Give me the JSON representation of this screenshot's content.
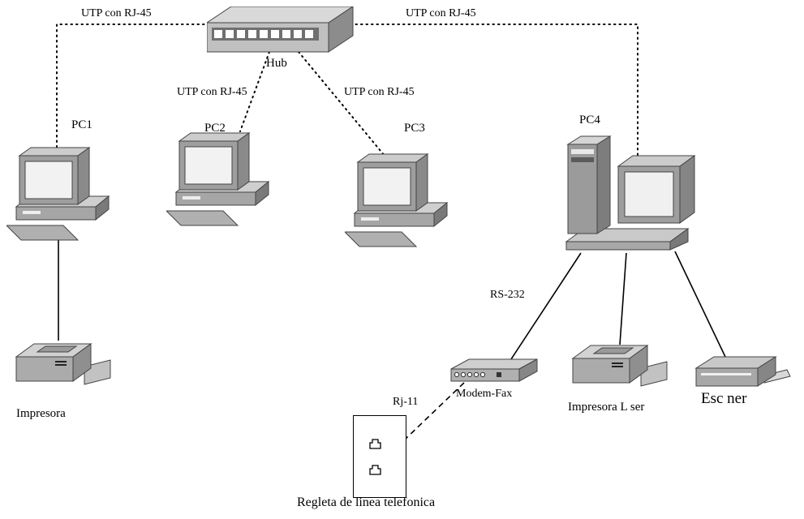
{
  "diagram": {
    "kind": "network-topology",
    "colors": {
      "line": "#000000",
      "device_front": "#a6a6a6",
      "device_top": "#d0d0d0",
      "device_side": "#808080",
      "screen": "#f2f2f2",
      "background": "#ffffff"
    },
    "nodes": {
      "hub": {
        "label": "Hub"
      },
      "pc1": {
        "label": "PC1"
      },
      "pc2": {
        "label": "PC2"
      },
      "pc3": {
        "label": "PC3"
      },
      "pc4": {
        "label": "PC4"
      },
      "impresora": {
        "label": "Impresora"
      },
      "modem_fax": {
        "label": "Modem-Fax"
      },
      "impresora_laser": {
        "label": "Impresora L ser"
      },
      "escaner": {
        "label": "Esc ner"
      },
      "regleta": {
        "label": "Regleta de linea telefonica"
      }
    },
    "links": {
      "utp_pc1": {
        "label": "UTP con RJ-45",
        "style": "dotted",
        "from": "hub",
        "to": "pc1"
      },
      "utp_pc2": {
        "label": "UTP con RJ-45",
        "style": "dotted",
        "from": "hub",
        "to": "pc2"
      },
      "utp_pc3": {
        "label": "UTP con RJ-45",
        "style": "dotted",
        "from": "hub",
        "to": "pc3"
      },
      "utp_pc4": {
        "label": "UTP con RJ-45",
        "style": "dotted",
        "from": "hub",
        "to": "pc4"
      },
      "rs232": {
        "label": "RS-232",
        "style": "solid",
        "from": "pc4",
        "to": "modem_fax"
      },
      "pc1_imp": {
        "label": "",
        "style": "solid",
        "from": "pc1",
        "to": "impresora"
      },
      "pc4_las": {
        "label": "",
        "style": "solid",
        "from": "pc4",
        "to": "impresora_laser"
      },
      "pc4_esc": {
        "label": "",
        "style": "solid",
        "from": "pc4",
        "to": "escaner"
      },
      "rj11": {
        "label": "Rj-11",
        "style": "dashed",
        "from": "modem_fax",
        "to": "regleta"
      }
    }
  }
}
